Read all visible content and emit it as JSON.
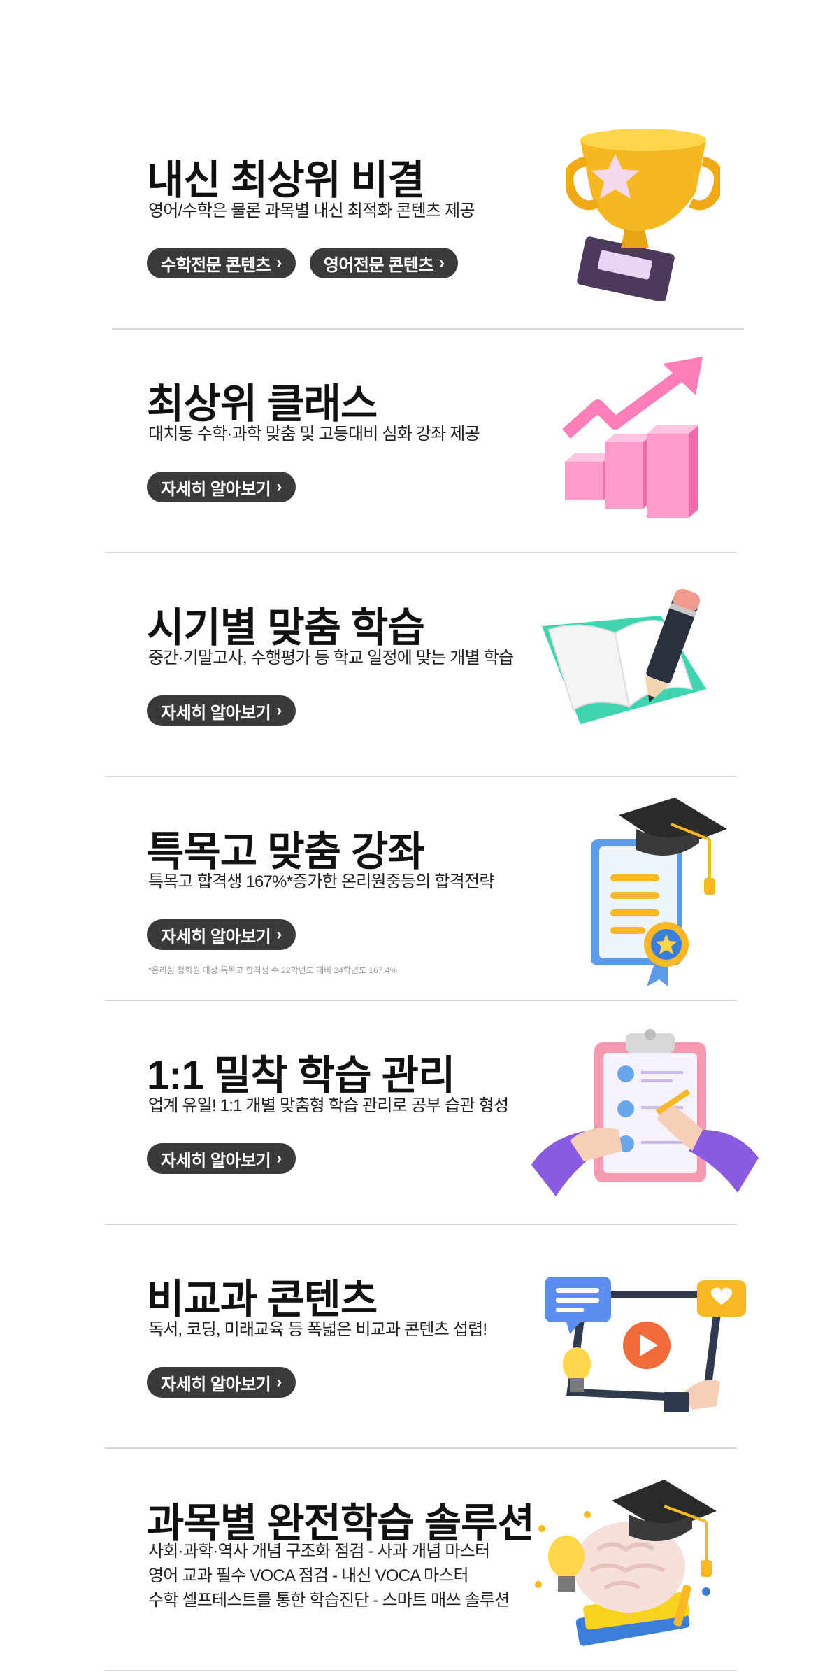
{
  "sections": [
    {
      "title": "내신 최상위 비결",
      "desc": "영어/수학은 물론 과목별 내신 최적화 콘텐츠 제공",
      "buttons": [
        "수학전문 콘텐츠",
        "영어전문 콘텐츠"
      ],
      "illustration": "trophy-icon"
    },
    {
      "title": "최상위 클래스",
      "desc": "대치동 수학·과학 맞춤 및 고등대비 심화 강좌 제공",
      "buttons": [
        "자세히 알아보기"
      ],
      "illustration": "growth-chart-icon"
    },
    {
      "title": "시기별 맞춤 학습",
      "desc": "중간·기말고사, 수행평가 등 학교 일정에 맞는 개별 학습",
      "buttons": [
        "자세히 알아보기"
      ],
      "illustration": "book-pencil-icon"
    },
    {
      "title": "특목고 맞춤 강좌",
      "desc": "특목고 합격생 167%*증가한 온리원중등의 합격전략",
      "buttons": [
        "자세히 알아보기"
      ],
      "note": "*온리원 정회원 대상 특목고 합격생 수 22학년도 대비 24학년도 167.4%",
      "illustration": "graduation-cap-icon"
    },
    {
      "title": "1:1 밀착 학습 관리",
      "desc": "업계 유일! 1:1 개별 맞춤형 학습 관리로 공부 습관 형성",
      "buttons": [
        "자세히 알아보기"
      ],
      "illustration": "clipboard-checklist-icon"
    },
    {
      "title": "비교과 콘텐츠",
      "desc": "독서, 코딩, 미래교육 등 폭넓은 비교과 콘텐츠 섭렵!",
      "buttons": [
        "자세히 알아보기"
      ],
      "illustration": "video-screen-icon"
    },
    {
      "title": "과목별 완전학습 솔루션",
      "desc_lines": [
        "사회·과학·역사 개념 구조화 점검 - 사과 개념 마스터",
        "영어 교과 필수 VOCA 점검 - 내신 VOCA 마스터",
        "수학 셀프테스트를 통한 학습진단 - 스마트 매쓰 솔루션"
      ],
      "illustration": "brain-graduation-icon"
    }
  ],
  "colors": {
    "button_bg": "#3a3a3a",
    "divider": "#d9d9d9",
    "trophy_gold": "#f5b820",
    "chart_pink": "#ff8fc4",
    "book_teal": "#3fd4b0",
    "cert_blue": "#5b9be8",
    "clipboard_pink": "#f59ab0",
    "hand_purple": "#8a5be0",
    "screen_orange": "#f26b3a"
  }
}
